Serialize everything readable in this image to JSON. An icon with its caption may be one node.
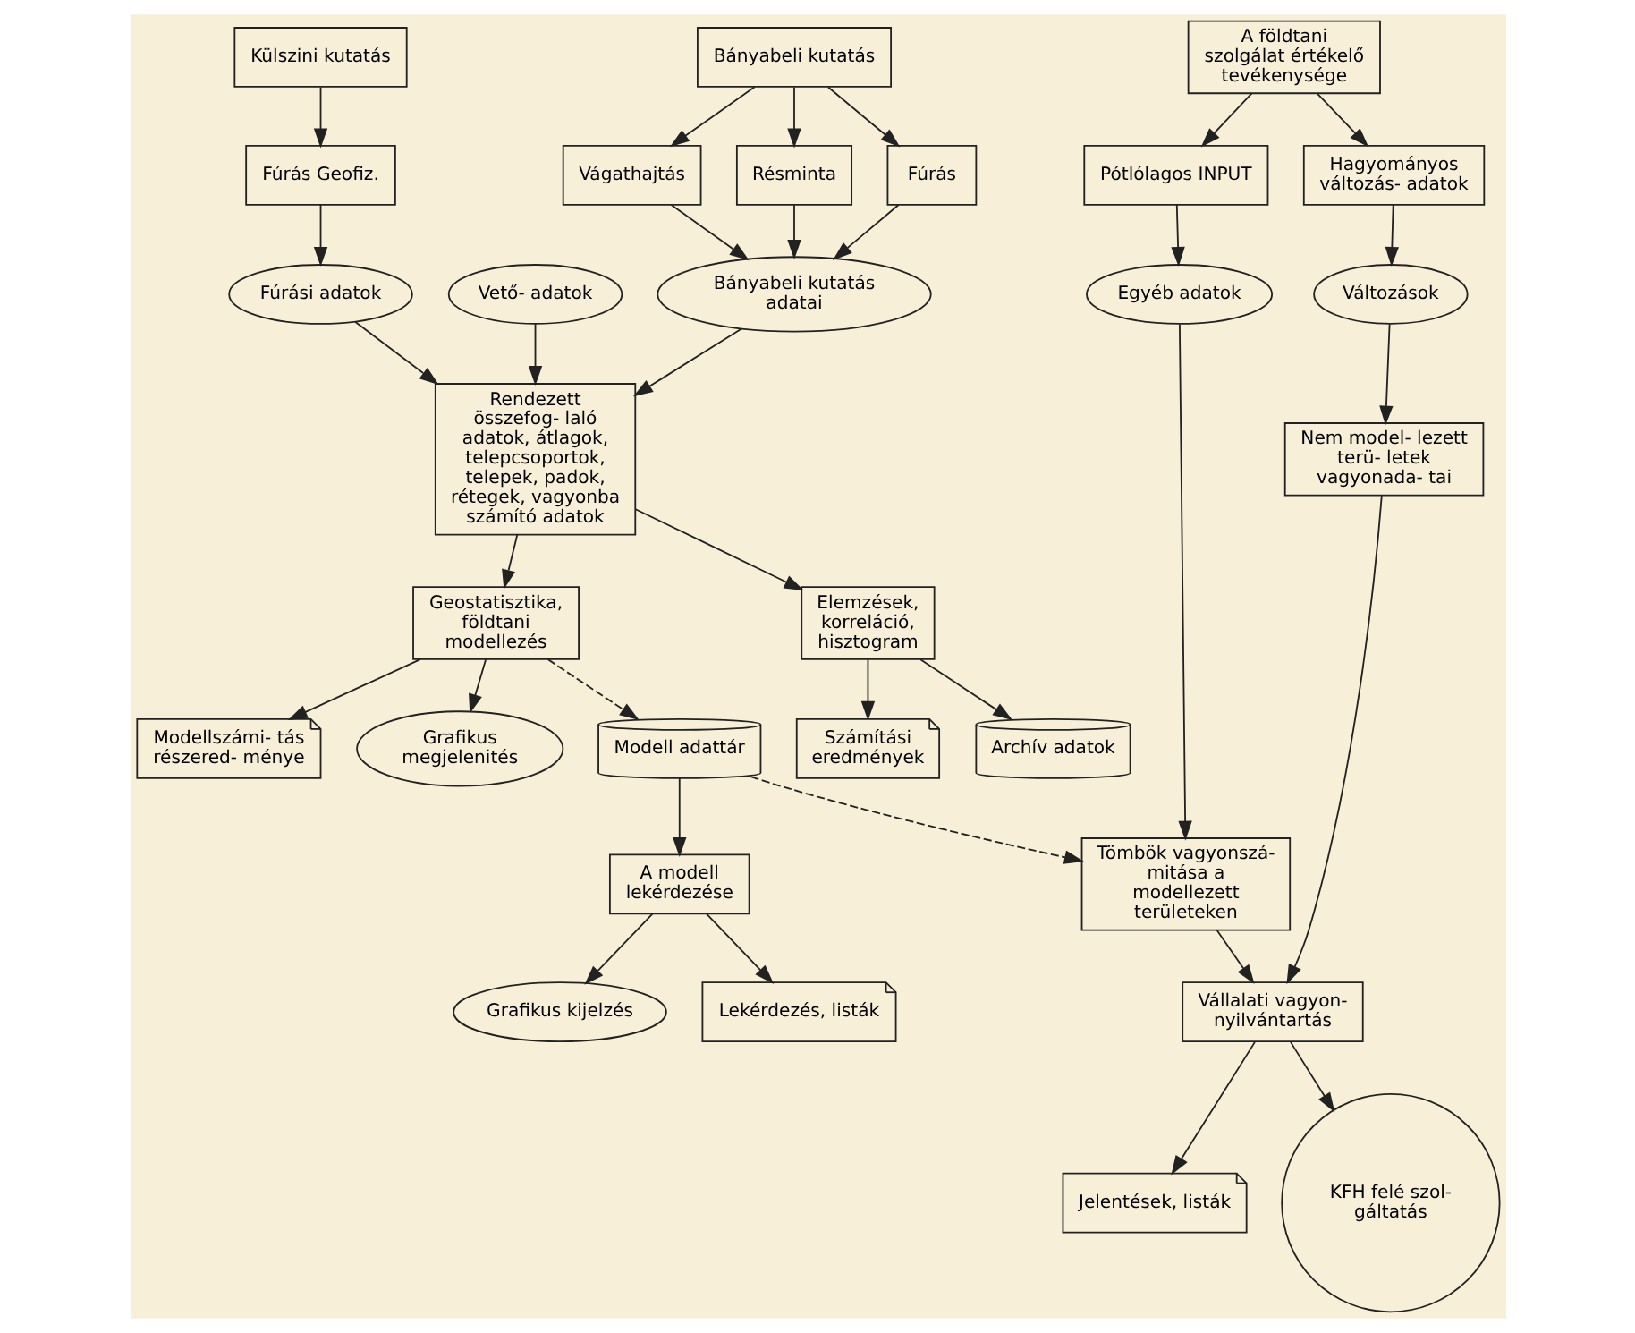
{
  "diagram": {
    "nodes": [
      {
        "text": [
          "Külszini kutatás"
        ]
      },
      {
        "text": [
          "Fúrás Geofiz."
        ]
      },
      {
        "text": [
          "Fúrási adatok"
        ]
      },
      {
        "text": [
          "Bányabeli kutatás"
        ]
      },
      {
        "text": [
          "Fúrás"
        ]
      },
      {
        "text": [
          "Vágathajtás"
        ]
      },
      {
        "text": [
          "Résminta"
        ]
      },
      {
        "text": [
          "Vető- adatok"
        ]
      },
      {
        "text": [
          "Bányabeli kutatás adatai"
        ]
      },
      {
        "text": [
          "Rendezett összefog- laló adatok, átlagok, telepcsoportok, telepek, padok, rétegek, vagyonba számító adatok"
        ]
      },
      {
        "text": [
          "Geostatisztika,",
          "földtani modellezés"
        ]
      },
      {
        "text": [
          "Modell adattár"
        ]
      },
      {
        "text": [
          "A modell lekérdezése"
        ]
      },
      {
        "text": [
          "Lekérdezés, listák"
        ]
      },
      {
        "text": [
          "Grafikus kijelzés"
        ]
      },
      {
        "text": [
          "Elemzések, korreláció, hisztogram"
        ]
      },
      {
        "text": [
          "Archív adatok"
        ]
      },
      {
        "text": [
          "Számítási eredmények"
        ]
      },
      {
        "text": [
          "Modellszámi- tás részered- ménye"
        ]
      },
      {
        "text": [
          "Grafikus megjelenités"
        ]
      },
      {
        "text": [
          "A földtani szolgálat értékelő tevékenysége"
        ]
      },
      {
        "text": [
          "Pótlólagos INPUT"
        ]
      },
      {
        "text": [
          "Hagyományos változás- adatok"
        ]
      },
      {
        "text": [
          "Egyéb adatok"
        ]
      },
      {
        "text": [
          "Változások"
        ]
      },
      {
        "text": [
          "Tömbök vagyonszá- mitása a modellezett területeken"
        ]
      },
      {
        "text": [
          "Nem model- lezett terü- letek vagyonada- tai"
        ]
      },
      {
        "text": [
          "Vállalati vagyon- nyilvántartás"
        ]
      },
      {
        "text": [
          "Jelentések, listák"
        ]
      },
      {
        "text": [
          "KFH felé szol- gáltatás"
        ]
      }
    ],
    "edges": [
      {
        "from": 0,
        "to": 1,
        "arrow": "to"
      },
      {
        "from": 1,
        "to": 2,
        "arrow": "to"
      },
      {
        "from": 3,
        "to": 4,
        "arrow": "to"
      },
      {
        "from": 3,
        "to": 5,
        "arrow": "to"
      },
      {
        "from": 3,
        "to": 6,
        "arrow": "to"
      },
      {
        "from": 4,
        "to": 8,
        "arrow": "to"
      },
      {
        "from": 5,
        "to": 8,
        "arrow": "to"
      },
      {
        "from": 6,
        "to": 8,
        "arrow": "to"
      },
      {
        "from": 2,
        "to": 9,
        "arrow": "to"
      },
      {
        "from": 7,
        "to": 9,
        "arrow": "to"
      },
      {
        "from": 8,
        "to": 9,
        "arrow": "to"
      },
      {
        "from": 9,
        "to": 10,
        "arrow": "to"
      },
      {
        "from": 10,
        "to": 11,
        "arrow": "to",
        "style": "dashed"
      },
      {
        "from": 11,
        "to": 25,
        "arrow": "to",
        "style": "dashed"
      },
      {
        "from": 11,
        "to": 12,
        "arrow": "to"
      },
      {
        "from": 12,
        "to": 13,
        "arrow": "to"
      },
      {
        "from": 12,
        "to": 14,
        "arrow": "to"
      },
      {
        "from": 9,
        "to": 15,
        "arrow": "to"
      },
      {
        "from": 15,
        "to": 16,
        "arrow": "to"
      },
      {
        "from": 15,
        "to": 17,
        "arrow": "to"
      },
      {
        "from": 10,
        "to": 18,
        "arrow": "to"
      },
      {
        "from": 10,
        "to": 19,
        "arrow": "to"
      },
      {
        "from": 20,
        "to": 21,
        "arrow": "to"
      },
      {
        "from": 20,
        "to": 22,
        "arrow": "to"
      },
      {
        "from": 21,
        "to": 23,
        "arrow": "to"
      },
      {
        "from": 22,
        "to": 24,
        "arrow": "to"
      },
      {
        "from": 23,
        "to": 25,
        "arrow": "to"
      },
      {
        "from": 24,
        "to": 26,
        "arrow": "to"
      },
      {
        "from": 25,
        "to": 27,
        "arrow": "to"
      },
      {
        "from": 26,
        "to": 27,
        "arrow": "to"
      },
      {
        "from": 27,
        "to": 28,
        "arrow": "to"
      },
      {
        "from": 27,
        "to": 29,
        "arrow": "to"
      }
    ]
  }
}
